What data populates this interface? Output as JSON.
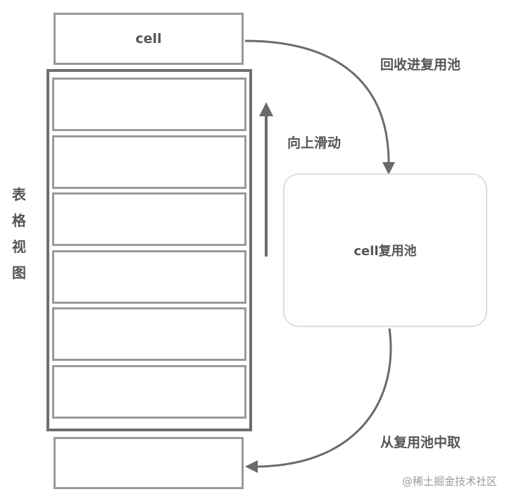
{
  "diagram": {
    "top_cell_label": "cell",
    "table_view_label": "表格视图",
    "scroll_label": "向上滑动",
    "recycle_label": "回收进复用池",
    "pool_label": "cell复用池",
    "take_label": "从复用池中取",
    "watermark": "@稀土掘金技术社区",
    "stroke_color": "#6f6f6f",
    "cell_border_color": "#9a9a9a"
  }
}
